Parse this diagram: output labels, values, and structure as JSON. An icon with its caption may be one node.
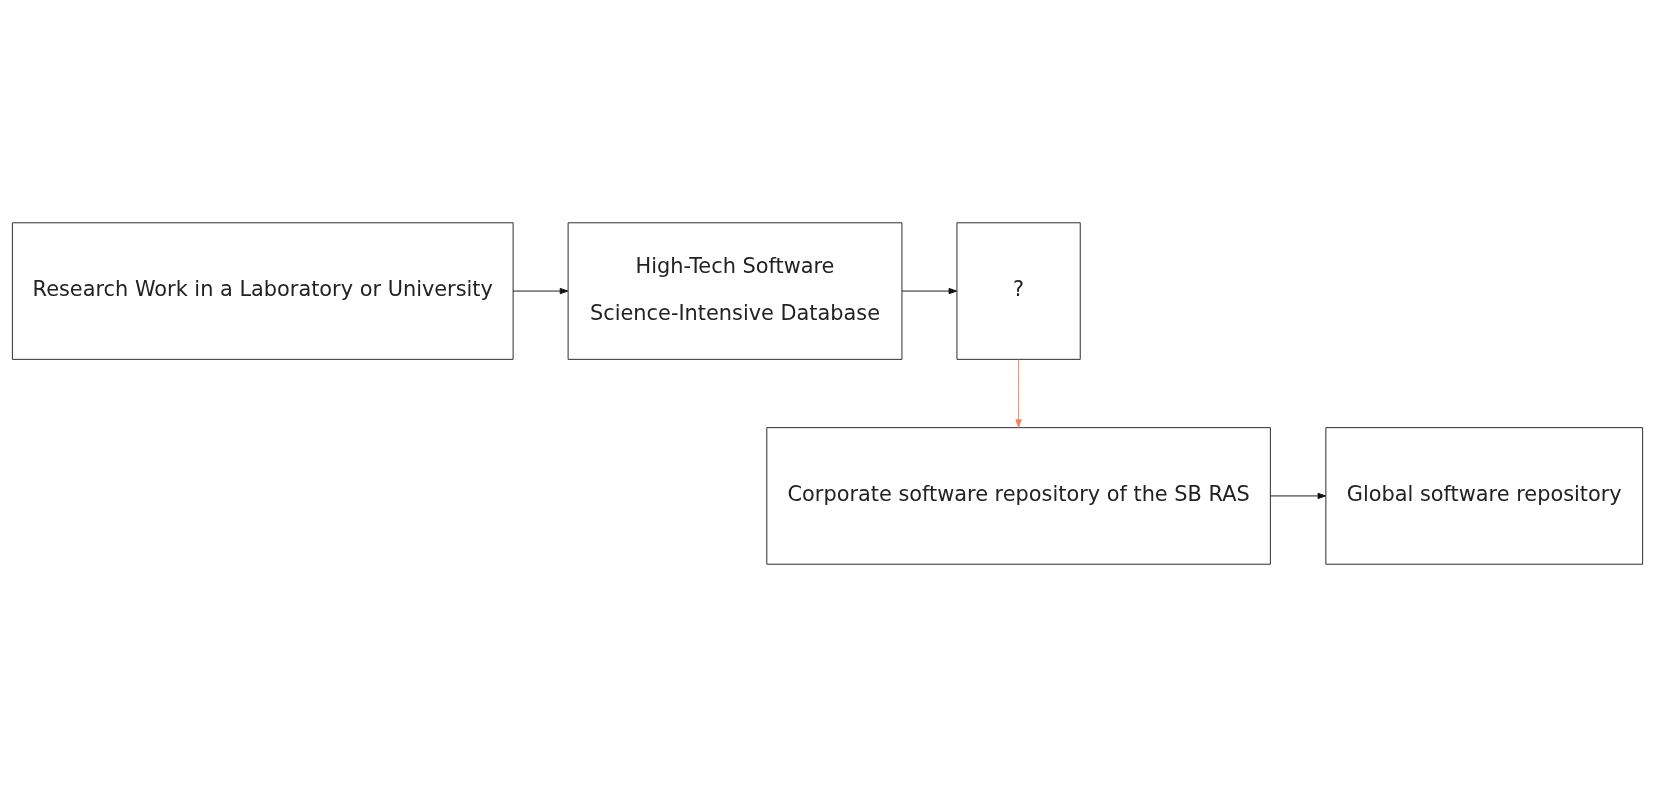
{
  "diagram": {
    "nodes": [
      {
        "text": [
          "Research Work in a Laboratory or University"
        ]
      },
      {
        "text": [
          "High-Tech Software",
          "Science-Intensive Database"
        ]
      },
      {
        "text": [
          "?"
        ]
      },
      {
        "text": [
          "Corporate software repository of the SB RAS"
        ]
      },
      {
        "text": [
          "Global software repository"
        ]
      }
    ],
    "edges": [
      {
        "from": 0,
        "to": 1,
        "arrow": "to"
      },
      {
        "from": 1,
        "to": 2,
        "arrow": "to"
      },
      {
        "from": 2,
        "to": 3,
        "arrow": "to",
        "color": "#f4825e"
      },
      {
        "from": 3,
        "to": 4,
        "arrow": "to"
      }
    ]
  }
}
